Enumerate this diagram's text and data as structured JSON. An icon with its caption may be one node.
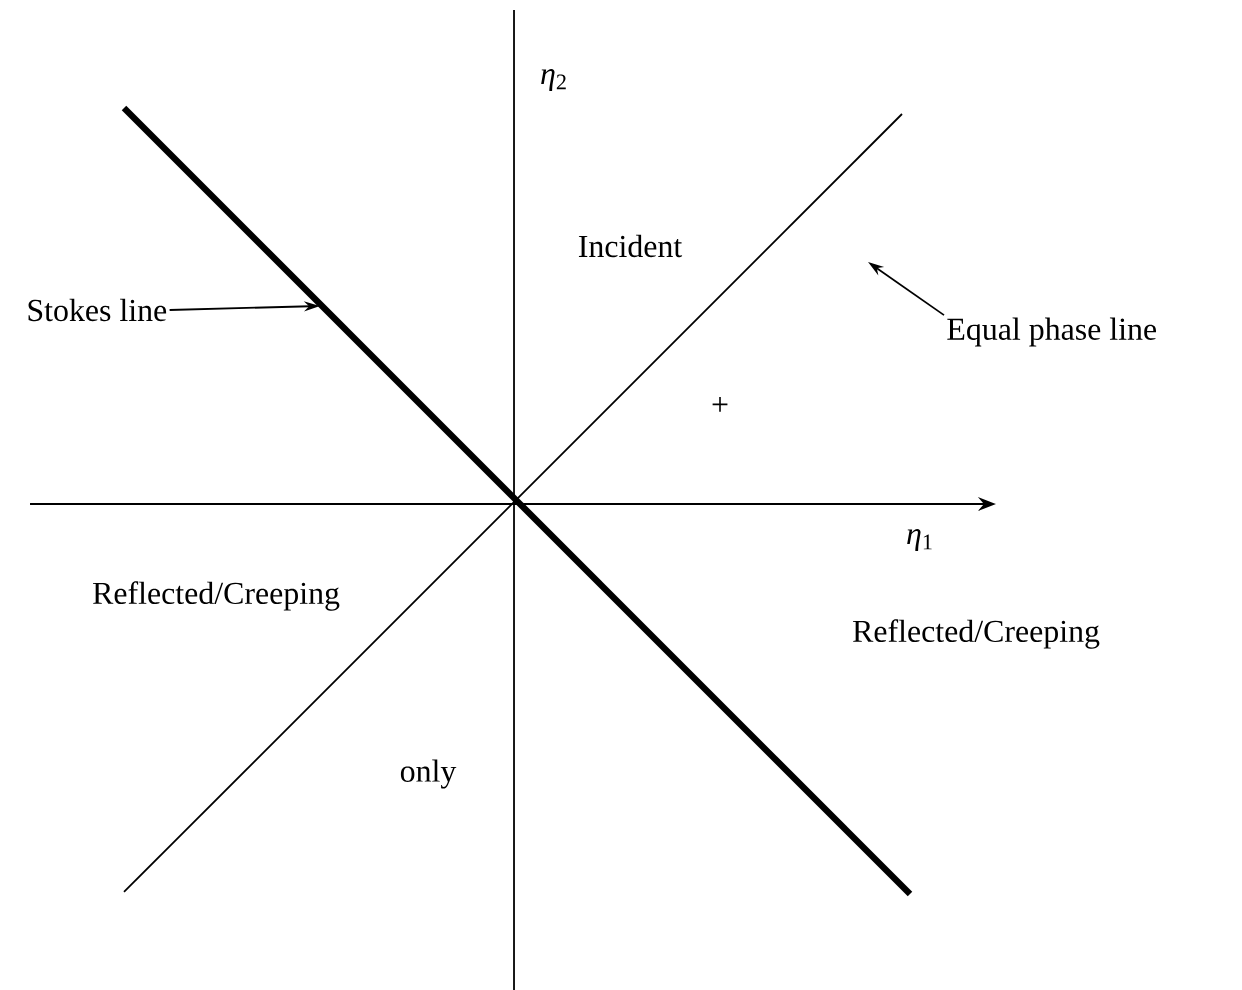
{
  "diagram": {
    "nodes": [
      {
        "text": [
          "Stokes line"
        ]
      },
      {
        "text": [
          "Equal phase line"
        ]
      }
    ],
    "edges": [
      {
        "from": 0,
        "to": null,
        "arrow": "to"
      },
      {
        "from": 1,
        "to": null,
        "arrow": "to"
      }
    ],
    "labels": [
      "*η*$_{2}$",
      "Incident",
      "+",
      "*η*$_{1}$",
      "Reflected/Creeping",
      "Reflected/Creeping",
      "only"
    ]
  }
}
